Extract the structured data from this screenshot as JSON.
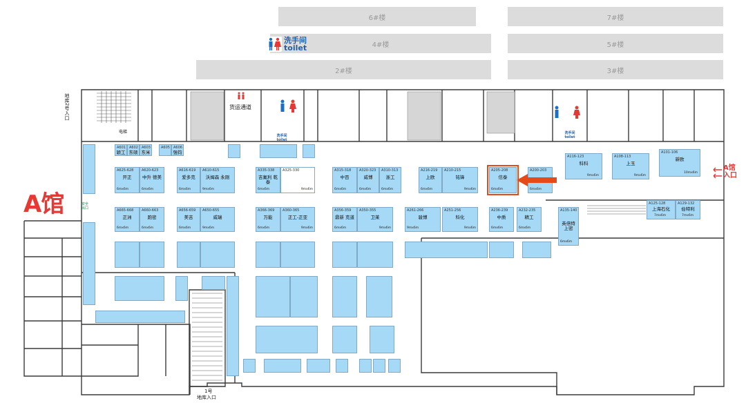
{
  "buildings": [
    {
      "id": "b6",
      "label": "6#楼"
    },
    {
      "id": "b7",
      "label": "7#楼"
    },
    {
      "id": "b4",
      "label": "4#楼"
    },
    {
      "id": "b5",
      "label": "5#楼"
    },
    {
      "id": "b2",
      "label": "2#楼"
    },
    {
      "id": "b3",
      "label": "3#楼"
    }
  ],
  "toilet_label": {
    "cn": "洗手间",
    "en": "toilet"
  },
  "hall_title": "A馆",
  "labels": {
    "freight": "货运通道",
    "elevator": "电梯",
    "entrance2": "地库2号入口",
    "entrance1_line1": "1号",
    "entrance1_line2": "地库入口",
    "a_entry_line1": "A馆",
    "a_entry_line2": "入口",
    "safe_exit_1": "安全",
    "safe_exit_2": "出口",
    "small_toilet_cn": "洗手间",
    "small_toilet_en": "toilet"
  },
  "booths": [
    {
      "code": "A601",
      "name": "颖工",
      "size": ""
    },
    {
      "code": "A602",
      "name": "东硕",
      "size": ""
    },
    {
      "code": "A603",
      "name": "东米",
      "size": ""
    },
    {
      "code": "A605",
      "name": "",
      "size": ""
    },
    {
      "code": "A606",
      "name": "强钧",
      "size": ""
    },
    {
      "code": "A625-628",
      "name": "开正",
      "size": "6mx6m"
    },
    {
      "code": "A620-623",
      "name": "中升 德美",
      "size": "6mx6m"
    },
    {
      "code": "A616-619",
      "name": "爱多克",
      "size": "6mx6m"
    },
    {
      "code": "A610-615",
      "name": "沃姆森 永刚",
      "size": "9mx6m"
    },
    {
      "code": "A335-338",
      "name": "吉氟利 乾泰",
      "size": "6mx6m"
    },
    {
      "code": "A325-330",
      "name": "",
      "size": "9mx6m"
    },
    {
      "code": "A315-318",
      "name": "中百",
      "size": "6mx6m"
    },
    {
      "code": "A320-323",
      "name": "威博",
      "size": "6mx6m"
    },
    {
      "code": "A310-313",
      "name": "浙工",
      "size": "6mx6m"
    },
    {
      "code": "A216-219",
      "name": "上欧",
      "size": "6mx6m"
    },
    {
      "code": "A210-215",
      "name": "铭锋",
      "size": "9mx6m"
    },
    {
      "code": "A205-208",
      "name": "信泰",
      "size": "6mx6m"
    },
    {
      "code": "A200-203",
      "name": "",
      "size": "6mx6m"
    },
    {
      "code": "A116-123",
      "name": "科科",
      "size": "9mx6m"
    },
    {
      "code": "A108-113",
      "name": "上玉",
      "size": "9mx6m"
    },
    {
      "code": "A101-106",
      "name": "新欧",
      "size": "10mx6m"
    },
    {
      "code": "A665-668",
      "name": "正洲",
      "size": "6mx6m"
    },
    {
      "code": "A660-663",
      "name": "跑密",
      "size": "6mx6m"
    },
    {
      "code": "A656-659",
      "name": "美吉",
      "size": "6mx6m"
    },
    {
      "code": "A650-655",
      "name": "威瑞",
      "size": "9mx6m"
    },
    {
      "code": "A366-369",
      "name": "万能",
      "size": "6mx6m"
    },
    {
      "code": "A360-365",
      "name": "正工-正亚",
      "size": "9mx6m"
    },
    {
      "code": "A356-359",
      "name": "鼎新 克道",
      "size": "6mx6m"
    },
    {
      "code": "A350-355",
      "name": "卫莱",
      "size": "9mx6m"
    },
    {
      "code": "A261-266",
      "name": "骏博",
      "size": "9mx6m"
    },
    {
      "code": "A251-256",
      "name": "科化",
      "size": "9mx6m"
    },
    {
      "code": "A236-239",
      "name": "中质",
      "size": "6mx6m"
    },
    {
      "code": "A232-235",
      "name": "精工",
      "size": "6mx6m"
    },
    {
      "code": "A135-140",
      "name": "英倍特 上密",
      "size": "6mx6m"
    },
    {
      "code": "A125-128",
      "name": "上海石化",
      "size": "7mx6m"
    },
    {
      "code": "A129-132",
      "name": "伯特利",
      "size": "7mx6m"
    }
  ]
}
